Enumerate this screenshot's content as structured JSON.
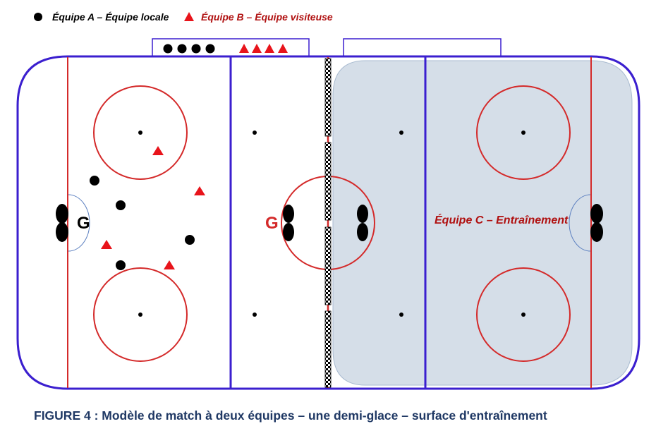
{
  "legend": {
    "team_a": "Équipe A – Équipe locale",
    "team_b": "Équipe B – Équipe visiteuse"
  },
  "rink": {
    "goalie_left": "G",
    "goalie_middle": "G",
    "practice_zone_label": "Équipe C – Entraînement"
  },
  "caption": "FIGURE 4 : Modèle de match à deux équipes – une demi-glace – surface d'entraînement",
  "colors": {
    "boards": "#3b1fcf",
    "red_line": "#d42a2a",
    "team_a": "#000000",
    "team_b": "#e8141b",
    "practice_zone_fill": "#d5dee8",
    "caption": "#1f3864"
  }
}
